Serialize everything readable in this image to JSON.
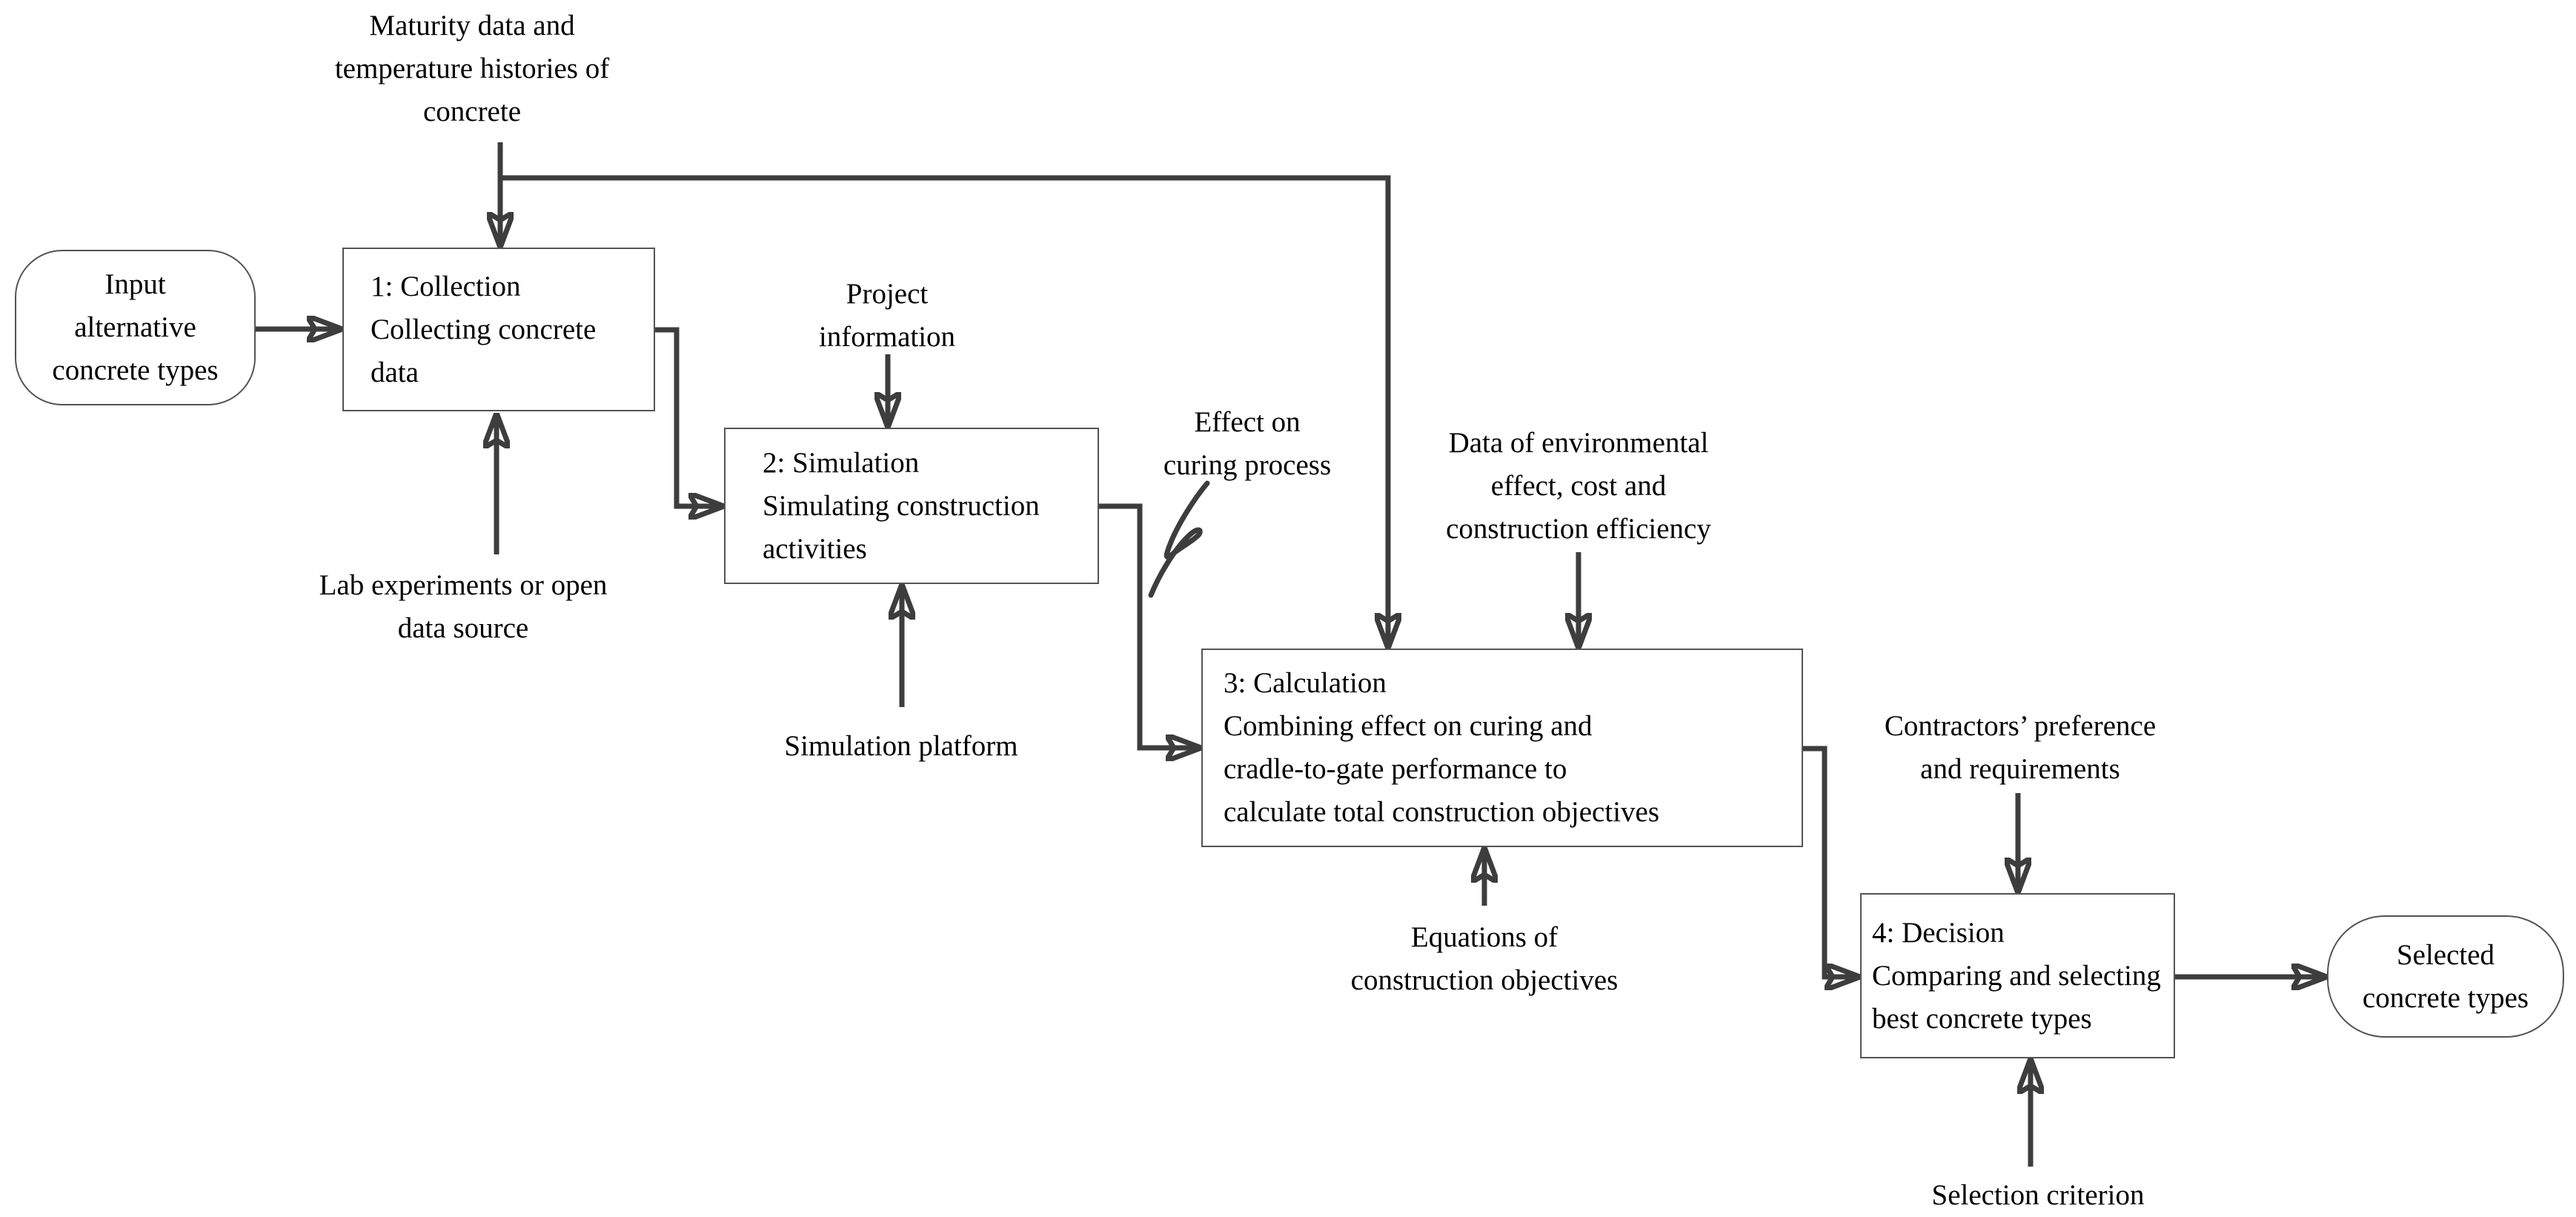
{
  "figure": {
    "background": "#ffffff",
    "connector_color": "#3d3d3d",
    "border_color": "#545454",
    "text_color": "#000000"
  },
  "terminals": {
    "input": "Input\nalternative\nconcrete types",
    "output": "Selected\nconcrete types"
  },
  "steps": [
    {
      "text": "1: Collection\nCollecting concrete\ndata"
    },
    {
      "text": "2: Simulation\nSimulating construction\nactivities"
    },
    {
      "text": "3: Calculation\nCombining effect on curing and\ncradle-to-gate performance to\ncalculate total construction objectives"
    },
    {
      "text": "4: Decision\nComparing and selecting\nbest concrete types"
    }
  ],
  "labels": {
    "maturity": "Maturity data and\ntemperature histories of\nconcrete",
    "lab": "Lab experiments or open\ndata source",
    "project": "Project\ninformation",
    "platform": "Simulation platform",
    "effect": "Effect on\ncuring process",
    "env": "Data of environmental\neffect, cost and\nconstruction efficiency",
    "equations": "Equations of\nconstruction objectives",
    "contractors": "Contractors’ preference\nand requirements",
    "criterion": "Selection criterion"
  }
}
